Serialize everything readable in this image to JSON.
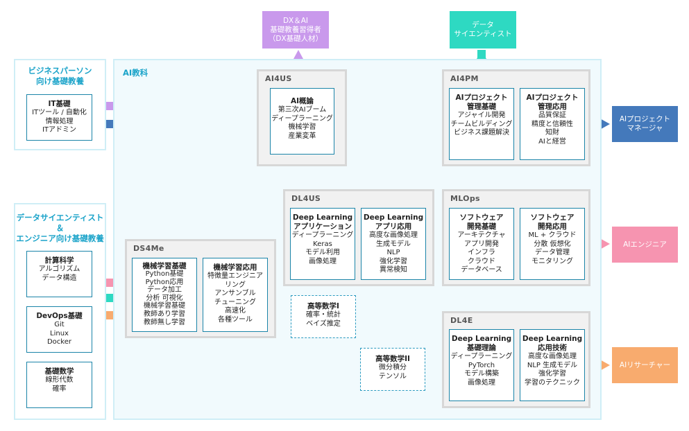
{
  "colors": {
    "pink": "#f694b0",
    "teal": "#2ed9c2",
    "orange": "#f8ab6e",
    "navy": "#4479bb",
    "purple": "#c999ec",
    "group_border": "#d7d7d7",
    "box_border": "#1a84a8",
    "label_blue": "#1aa3c9"
  },
  "regions": {
    "business": {
      "title": [
        "ビジネスパーソン",
        "向け基礎教養"
      ]
    },
    "ds_eng": {
      "title": [
        "データサイエンティスト",
        "＆",
        "エンジニア向け基礎教養"
      ]
    },
    "ai_curriculum": {
      "label": "AI教科"
    }
  },
  "groups": {
    "ai4us": "AI4US",
    "ai4pm": "AI4PM",
    "dl4us": "DL4US",
    "mlops": "MLOps",
    "ds4me": "DS4Me",
    "dl4e": "DL4E"
  },
  "boxes": {
    "it_basics": {
      "title": "IT基礎",
      "lines": [
        "ITツール / 自動化",
        "情報処理",
        "ITアドミン"
      ]
    },
    "computational_science": {
      "title": "計算科学",
      "lines": [
        "アルゴリズム",
        "データ構造"
      ]
    },
    "devops": {
      "title": "DevOps基礎",
      "lines": [
        "Git",
        "Linux",
        "Docker"
      ]
    },
    "basic_math": {
      "title": "基礎数学",
      "lines": [
        "線形代数",
        "確率"
      ]
    },
    "ai_overview": {
      "title": "AI概論",
      "lines": [
        "第三次AIブーム",
        "ディープラーニング",
        "機械学習",
        "産業変革"
      ]
    },
    "ai_pm_basics": {
      "title": "AIプロジェクト\n管理基礎",
      "lines": [
        "アジャイル開発",
        "チームビルディング",
        "ビジネス課題解決"
      ]
    },
    "ai_pm_applied": {
      "title": "AIプロジェクト\n管理応用",
      "lines": [
        "品質保証",
        "精度と信頼性",
        "知財",
        "AIと経営"
      ]
    },
    "dl_application": {
      "title": "Deep Learning\nアプリケーション",
      "lines": [
        "ディープラーニング",
        "Keras",
        "モデル利用",
        "画像処理"
      ]
    },
    "dl_app_applied": {
      "title": "Deep Learning\nアプリ応用",
      "lines": [
        "高度な画像処理",
        "生成モデル",
        "NLP",
        "強化学習",
        "異常検知"
      ]
    },
    "sw_dev_basics": {
      "title": "ソフトウェア\n開発基礎",
      "lines": [
        "アーキテクチャ",
        "アプリ開発",
        "インフラ",
        "クラウド",
        "データベース"
      ]
    },
    "sw_dev_applied": {
      "title": "ソフトウェア\n開発応用",
      "lines": [
        "ML + クラウド",
        "分散 仮想化",
        "データ管理",
        "モニタリング"
      ]
    },
    "ml_basics": {
      "title": "機械学習基礎",
      "lines": [
        "Python基礎",
        "Python応用",
        "データ加工",
        "分析 可視化",
        "機械学習基礎",
        "教師あり学習",
        "教師無し学習"
      ]
    },
    "ml_applied": {
      "title": "機械学習応用",
      "lines": [
        "特徴量エンジニア",
        "リング",
        "アンサンブル",
        "チューニング",
        "高速化",
        "各種ツール"
      ]
    },
    "math_1": {
      "title": "高等数学I",
      "lines": [
        "確率・統計",
        "ベイズ推定"
      ]
    },
    "math_2": {
      "title": "高等数学II",
      "lines": [
        "微分積分",
        "テンソル"
      ]
    },
    "dl_basic_theory": {
      "title": "Deep Learning\n基礎理論",
      "lines": [
        "ディープラーニング",
        "PyTorch",
        "モデル構築",
        "画像処理"
      ]
    },
    "dl_applied_tech": {
      "title": "Deep Learning\n応用技術",
      "lines": [
        "高度な画像処理",
        "NLP 生成モデル",
        "強化学習",
        "学習のテクニック"
      ]
    }
  },
  "outcomes": {
    "dx_ai": {
      "lines": [
        "DX＆AI",
        "基礎教養習得者",
        "（DX基礎人材）"
      ]
    },
    "data_scientist": {
      "lines": [
        "データ",
        "サイエンティスト"
      ]
    },
    "ai_pm": {
      "lines": [
        "AIプロジェクト",
        "マネージャ"
      ]
    },
    "ai_engineer": {
      "lines": [
        "AIエンジニア"
      ]
    },
    "ai_researcher": {
      "lines": [
        "AIリサーチャー"
      ]
    }
  }
}
